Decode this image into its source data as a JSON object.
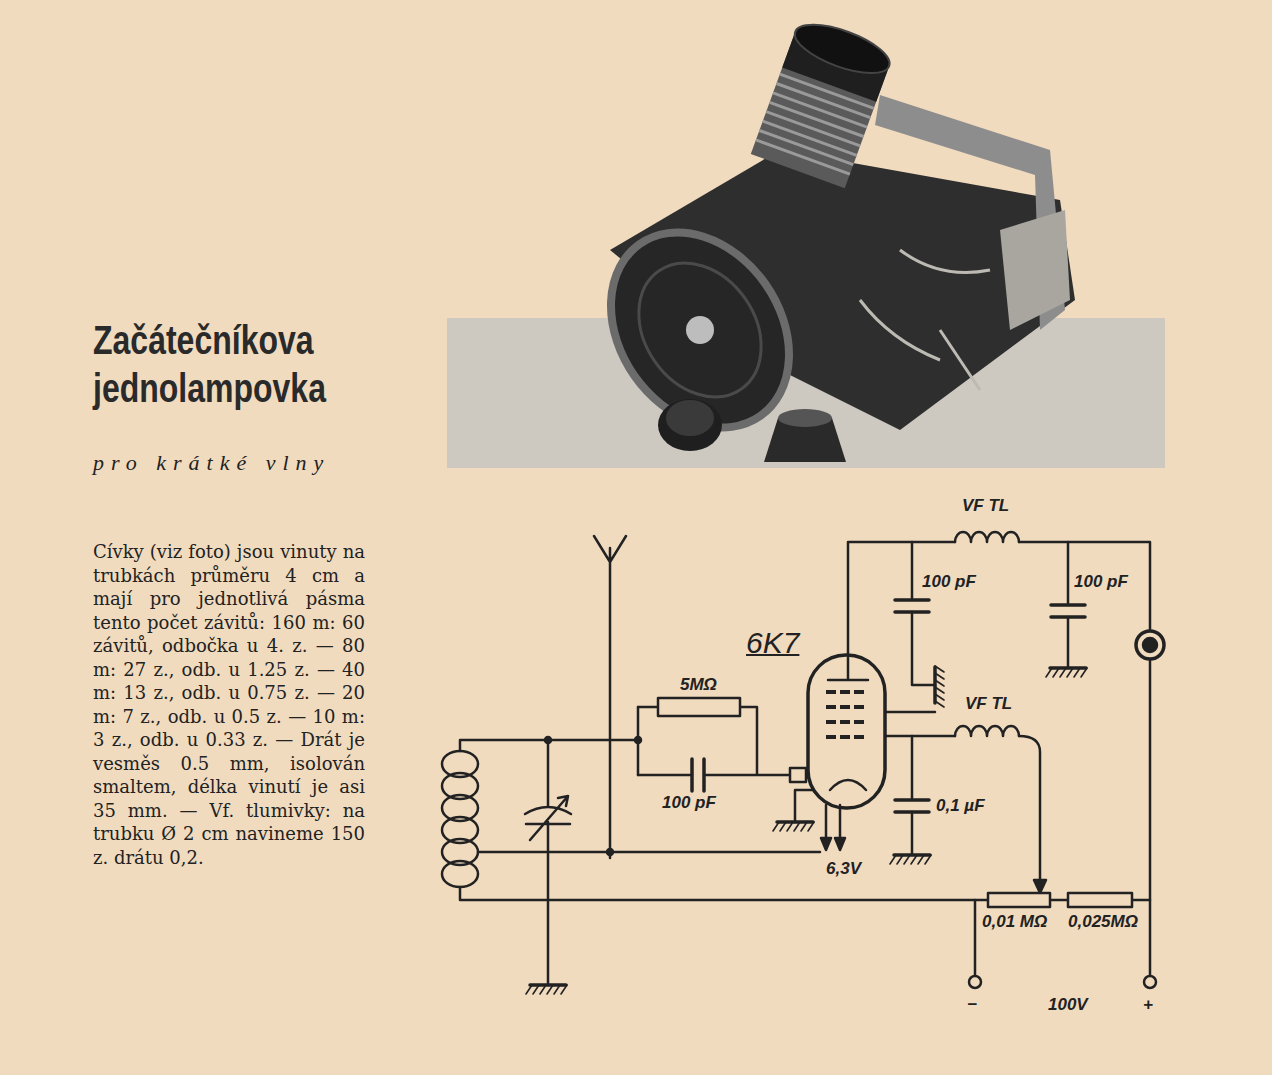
{
  "diagram": {
    "title": "Začátečníkova jednolampovka",
    "labels": [
      "pro krátké vlny",
      "Cívky (viz foto) jsou vinuty na trubkách průměru 4 cm a mají pro jednotlivá pásma tento počet závitů: 160 m: 60 závitů, odbočka u 4. z. — 80 m: 27 z., odb. u 1.25 z. — 40 m: 13 z., odb. u 0.75 z. — 20 m: 7 z., odb. u 0.5 z. — 10 m: 3 z., odb. u 0.33 z. — Drát je vesměs 0.5 mm, isolován smaltem, délka vinutí je asi 35 mm. — Vf. tlumivky: na trubku Ø 2 cm navineme 150 z. drátu 0,2.",
      "VF TL",
      "100 pF",
      "100 pF",
      "6K7",
      "5MΩ",
      "100 pF",
      "VF TL",
      "0,1 µF",
      "6,3V",
      "0,01 MΩ",
      "0,025MΩ",
      "−",
      "100V",
      "+"
    ]
  }
}
